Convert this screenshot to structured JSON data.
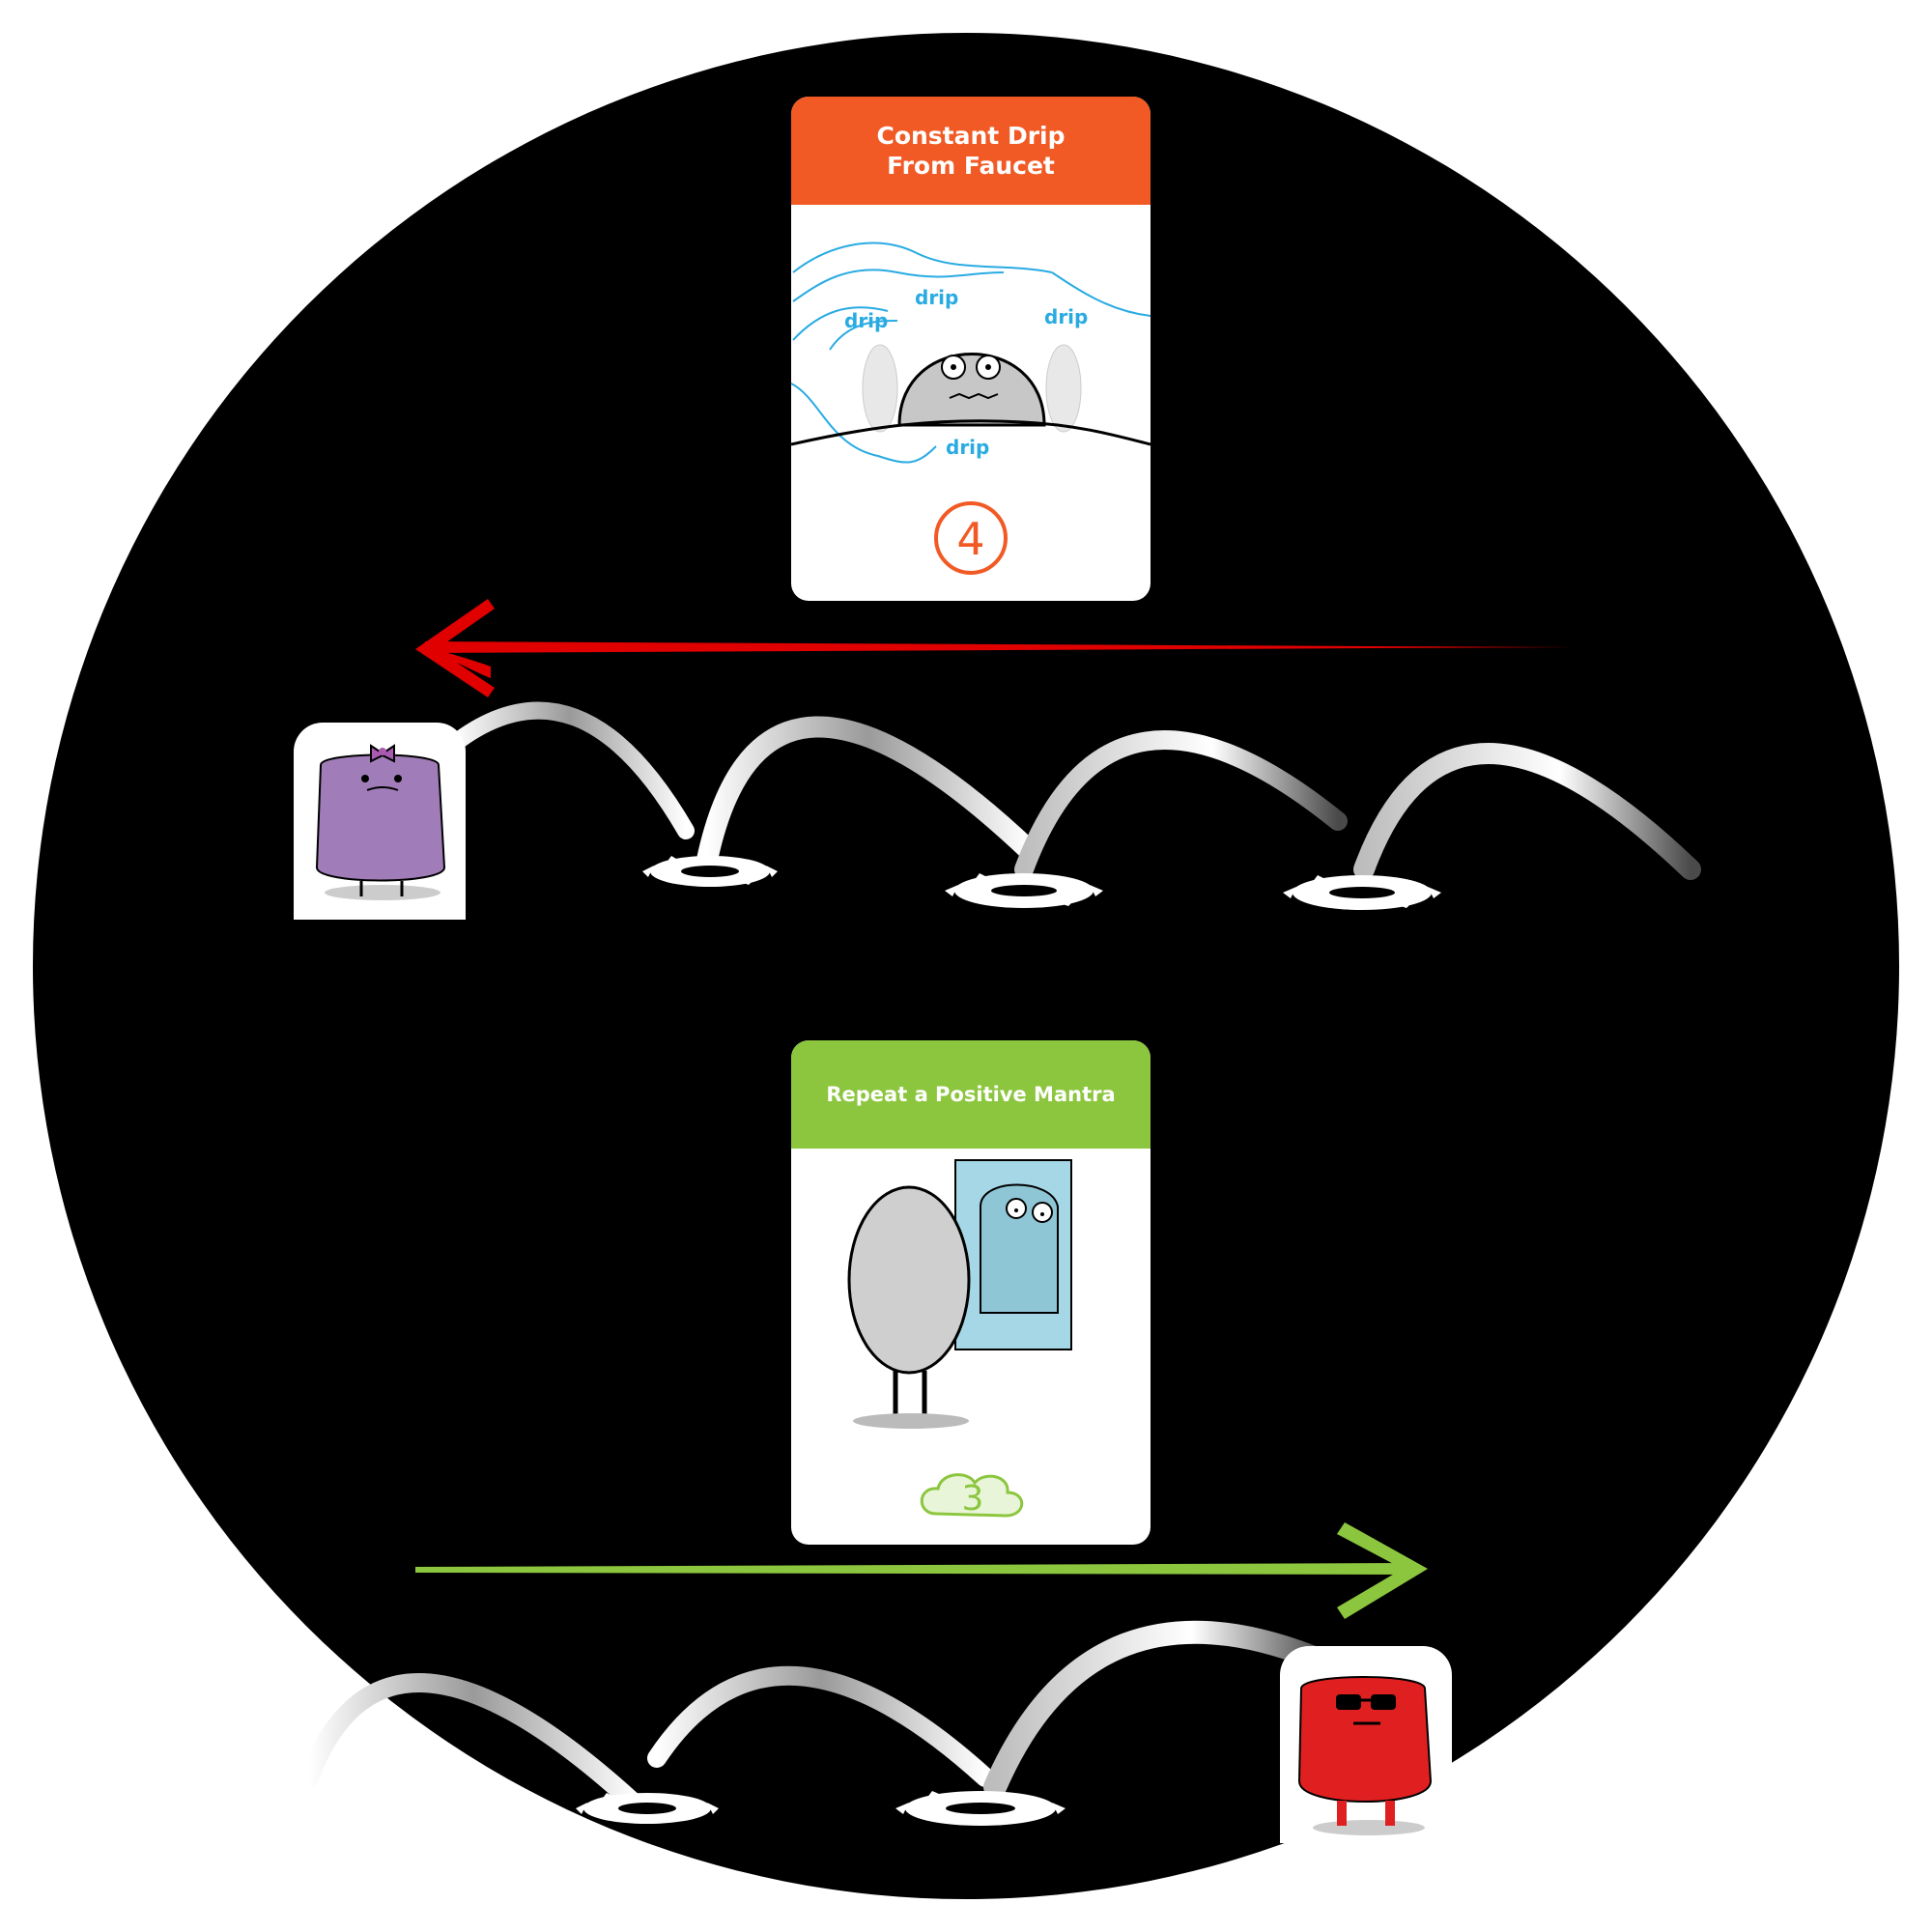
{
  "cards": {
    "negative": {
      "title": "Constant Drip\nFrom Faucet",
      "header_color": "#F15A24",
      "value": "4",
      "value_color": "#F15A24",
      "sound_words": [
        "drip",
        "drip",
        "drip",
        "drip"
      ],
      "sound_color": "#29ABE2"
    },
    "positive": {
      "title": "Repeat a Positive Mantra",
      "header_color": "#8CC63F",
      "value": "3",
      "value_color": "#8CC63F"
    }
  },
  "arrows": {
    "top": {
      "direction": "left",
      "color": "#E00000"
    },
    "bottom": {
      "direction": "right",
      "color": "#8CC63F"
    }
  },
  "tokens": {
    "purple": {
      "color": "#A07DB8",
      "accessory": "bow",
      "accessory_color": "#A85BB0"
    },
    "red": {
      "color": "#E02020",
      "accessory": "sunglasses"
    }
  },
  "colors": {
    "board": "#000000",
    "background": "#FFFFFF"
  }
}
